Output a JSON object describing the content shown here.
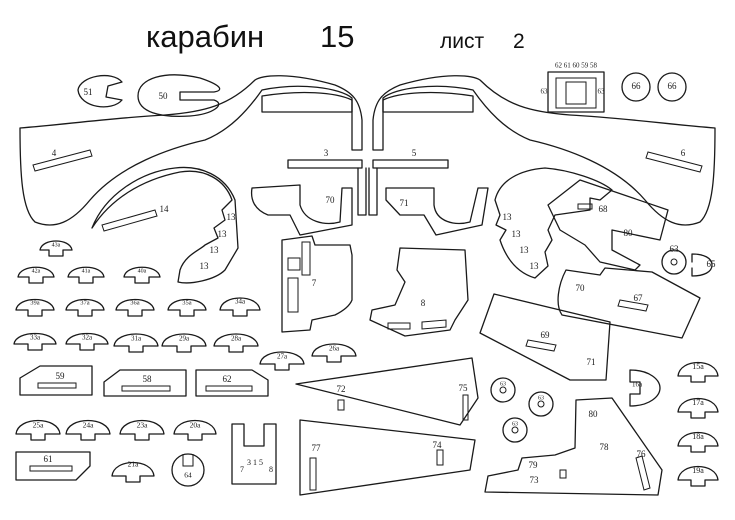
{
  "header": {
    "title": "карабин",
    "title_number": "15",
    "sheet_label": "лист",
    "sheet_number": "2"
  },
  "parts": {
    "p51": "51",
    "p50": "50",
    "p3": "3",
    "p5": "5",
    "p4": "4",
    "p6": "6",
    "p14": "14",
    "p13": "13",
    "p70": "70",
    "p71": "71",
    "p7": "7",
    "p8": "8",
    "p68": "68",
    "p80": "80",
    "p63": "63",
    "p65": "65",
    "p67": "67",
    "p69": "69",
    "p62": "62",
    "p72": "72",
    "p75": "75",
    "p74": "74",
    "p77": "77",
    "p78": "78",
    "p79": "79",
    "p73": "73",
    "p76": "76",
    "p66": "66",
    "p59": "59",
    "p58": "58",
    "p61": "61",
    "p64": "64",
    "p16a": "16a",
    "p15a": "15a",
    "p17a": "17a",
    "p18a": "18a",
    "p19a": "19a",
    "p42a": "42a",
    "p41a": "41a",
    "p40a": "40a",
    "p43a": "43a",
    "p39a": "39a",
    "p37a": "37a",
    "p36a": "36a",
    "p35a": "35a",
    "p34a": "34a",
    "p33a": "33a",
    "p32a": "32a",
    "p31a": "31a",
    "p29a": "29a",
    "p28a": "28a",
    "p27a": "27a",
    "p26a": "26a",
    "p25a": "25a",
    "p24a": "24a",
    "p23a": "23a",
    "p20a": "20a",
    "p21a": "21a",
    "g62_list": "62 61 60 59 58",
    "g7_list": "3 1 5",
    "g7_left": "7",
    "g7_right": "8"
  }
}
